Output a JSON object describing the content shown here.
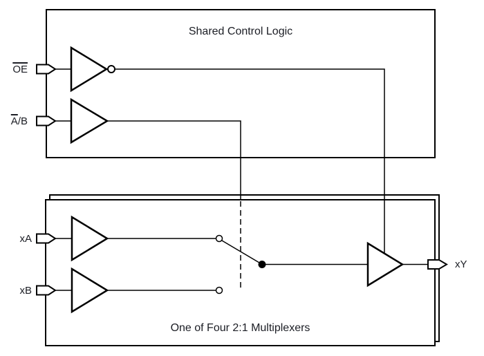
{
  "colors": {
    "line": "#000000",
    "text": "#1b1d24",
    "background": "#ffffff"
  },
  "control_block": {
    "title": "Shared Control Logic",
    "inputs": [
      {
        "name": "output-enable",
        "label_over": "OE",
        "label_rest": "",
        "gate": "inverter"
      },
      {
        "name": "select-a-b",
        "label_over": "A",
        "label_rest": "/B",
        "gate": "buffer"
      }
    ]
  },
  "mux_block": {
    "title": "One of Four 2:1 Multiplexers",
    "inputs": [
      {
        "label": "xA",
        "gate": "buffer"
      },
      {
        "label": "xB",
        "gate": "buffer"
      }
    ],
    "output": {
      "label": "xY",
      "gate": "buffer"
    }
  }
}
